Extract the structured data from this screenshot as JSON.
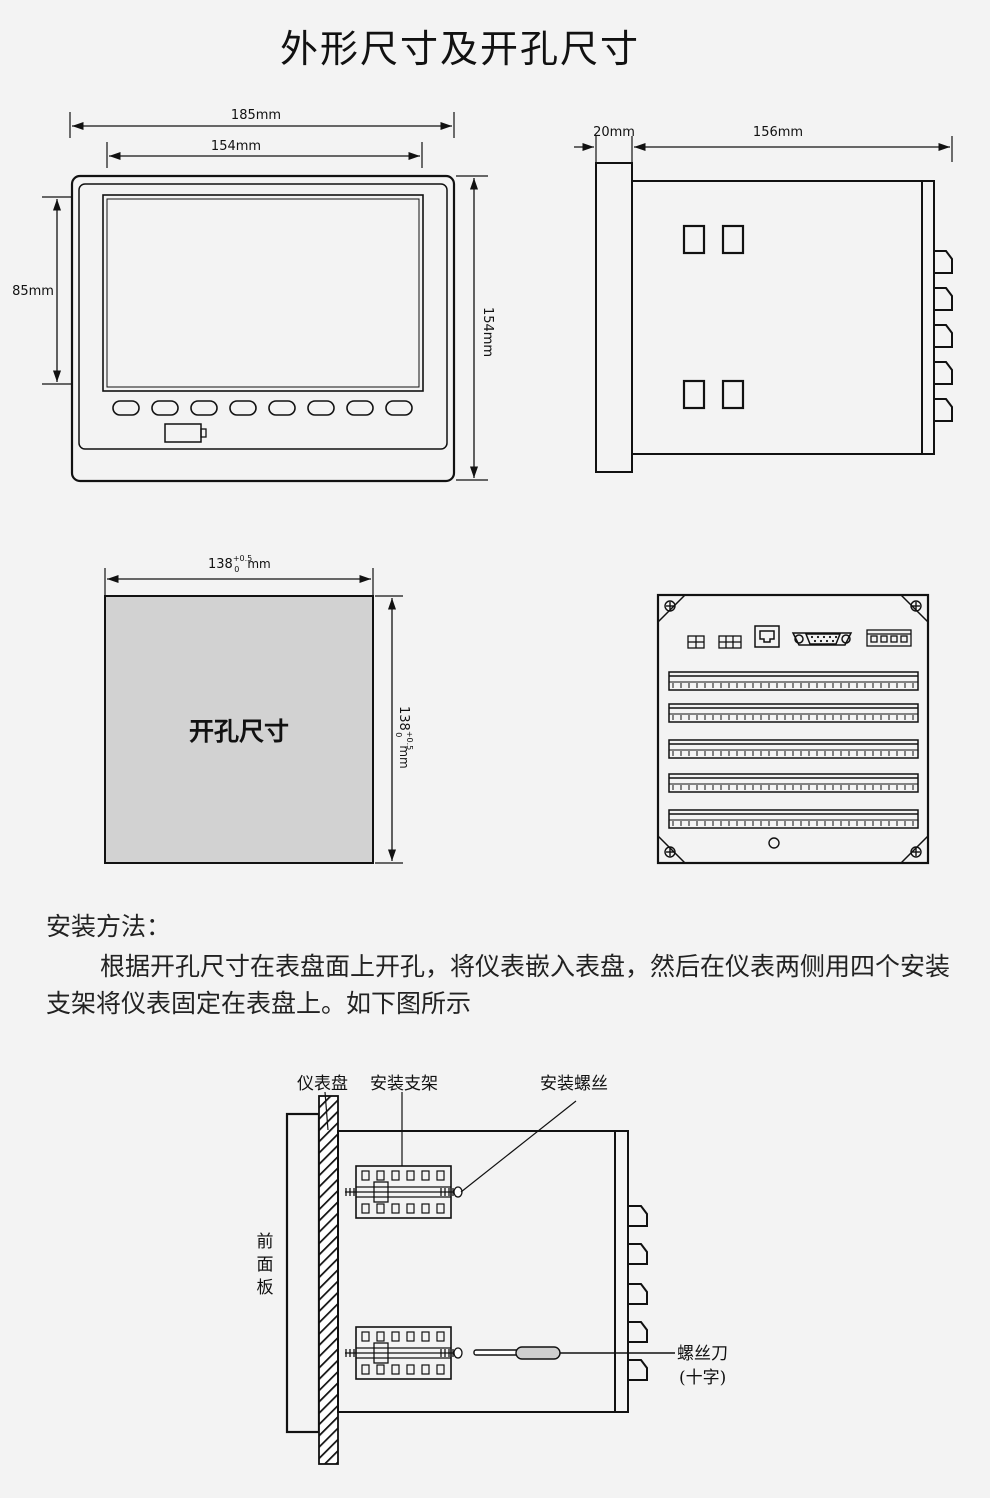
{
  "title": "外形尺寸及开孔尺寸",
  "front_view": {
    "width_outer": "185mm",
    "width_inner": "154mm",
    "height_screen": "85mm",
    "height_outer": "154mm"
  },
  "side_view": {
    "depth_front": "20mm",
    "depth_body": "156mm"
  },
  "cutout": {
    "width_base": "138",
    "width_sup": "+0.5",
    "width_sub": "0",
    "width_unit": "mm",
    "height_base": "138",
    "height_sup": "+0.5",
    "height_sub": "0",
    "height_unit": "mm",
    "label": "开孔尺寸"
  },
  "install": {
    "title": "安装方法：",
    "text": "根据开孔尺寸在表盘面上开孔，将仪表嵌入表盘，然后在仪表两侧用四个安装支架将仪表固定在表盘上。如下图所示"
  },
  "mount_diagram": {
    "panel_label": "仪表盘",
    "bracket_label": "安装支架",
    "screw_label": "安装螺丝",
    "front_panel_chars": [
      "前",
      "面",
      "板"
    ],
    "screwdriver_label": "螺丝刀",
    "screwdriver_note": "(十字)"
  }
}
